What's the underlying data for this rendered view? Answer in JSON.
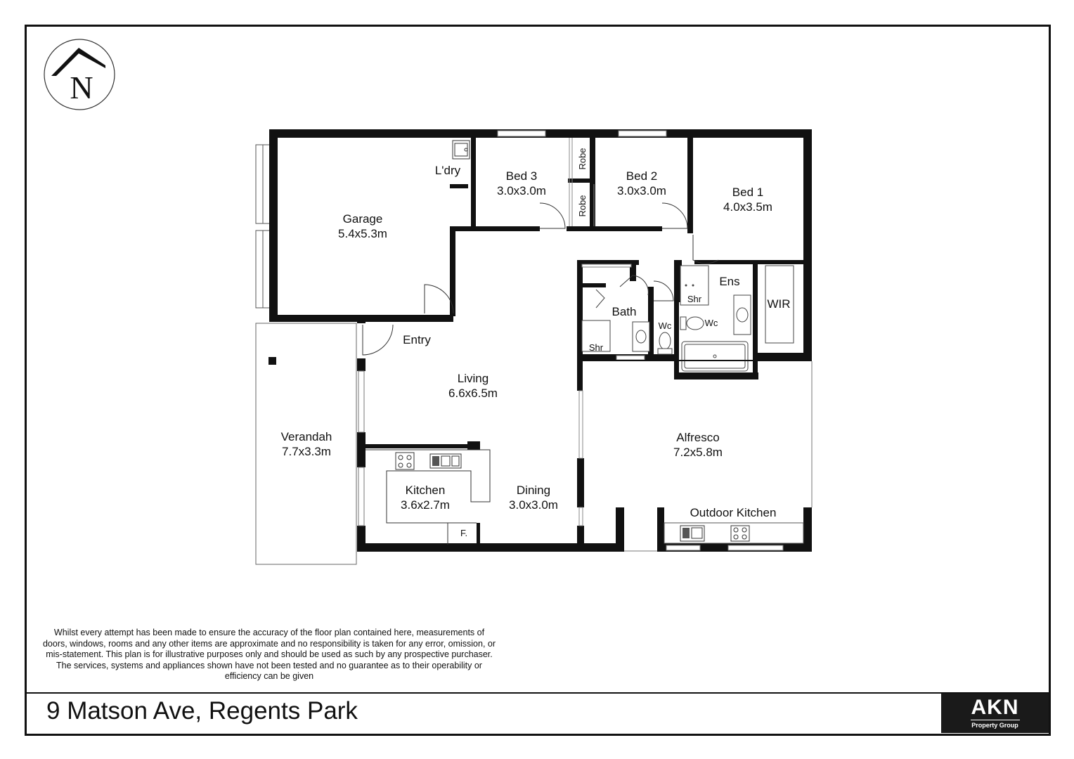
{
  "compass": {
    "letter": "N"
  },
  "rooms": {
    "garage": {
      "name": "Garage",
      "size": "5.4x5.3m"
    },
    "laundry": {
      "name": "L'dry"
    },
    "bed3": {
      "name": "Bed 3",
      "size": "3.0x3.0m"
    },
    "robe_upper": {
      "name": "Robe"
    },
    "robe_lower": {
      "name": "Robe"
    },
    "bed2": {
      "name": "Bed 2",
      "size": "3.0x3.0m"
    },
    "bed1": {
      "name": "Bed 1",
      "size": "4.0x3.5m"
    },
    "entry": {
      "name": "Entry"
    },
    "living": {
      "name": "Living",
      "size": "6.6x6.5m"
    },
    "bath": {
      "name": "Bath"
    },
    "bath_shower": {
      "name": "Shr"
    },
    "wc": {
      "name": "Wc"
    },
    "ensuite": {
      "name": "Ens"
    },
    "ensuite_shower": {
      "name": "Shr"
    },
    "ensuite_wc": {
      "name": "Wc"
    },
    "wir": {
      "name": "WIR"
    },
    "verandah": {
      "name": "Verandah",
      "size": "7.7x3.3m"
    },
    "kitchen": {
      "name": "Kitchen",
      "size": "3.6x2.7m"
    },
    "fridge": {
      "name": "F."
    },
    "dining": {
      "name": "Dining",
      "size": "3.0x3.0m"
    },
    "alfresco": {
      "name": "Alfresco",
      "size": "7.2x5.8m"
    },
    "outdoor_kitchen": {
      "name": "Outdoor Kitchen"
    }
  },
  "disclaimer": "Whilst every attempt has been made to ensure the accuracy of the floor plan contained here, measurements of doors, windows, rooms and any other items are approximate and no responsibility is taken for any error, omission, or mis-statement. This plan is for illustrative purposes only and should be used as such by any prospective purchaser. The services, systems and appliances shown have not been tested and no guarantee as to their operability or efficiency can be given",
  "address": "9 Matson Ave, Regents Park",
  "logo": {
    "main": "AKN",
    "sub": "Property Group"
  },
  "colors": {
    "wall": "#111111",
    "background": "#ffffff",
    "logo_bg": "#1a1a1a"
  }
}
